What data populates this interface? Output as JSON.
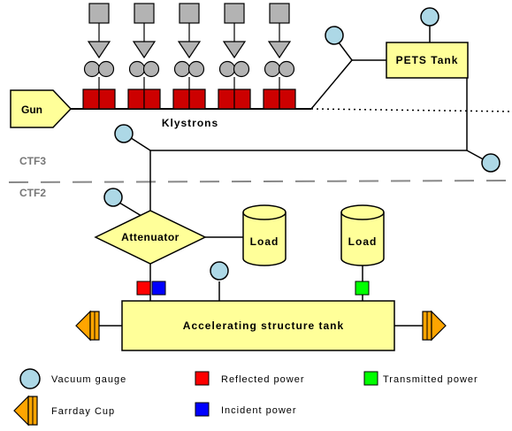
{
  "labels": {
    "gun": "Gun",
    "klystrons": "Klystrons",
    "pets_tank": "PETS Tank",
    "ctf3": "CTF3",
    "ctf2": "CTF2",
    "attenuator": "Attenuator",
    "load_left": "Load",
    "load_right": "Load",
    "accelerating_structure_tank": "Accelerating structure tank"
  },
  "legend": {
    "vacuum_gauge": "Vacuum gauge",
    "farrday_cup": "Farrday Cup",
    "reflected_power": "Reflected power",
    "incident_power": "Incident power",
    "transmitted_power": "Transmitted power"
  },
  "colors": {
    "component_fill": "#ffff99",
    "gauge_fill": "#add8e6",
    "modulator_fill": "#b3b3b3",
    "klystron_red": "#cc0000",
    "reflected": "#ff0000",
    "incident": "#0000ff",
    "transmitted": "#00ff00",
    "faraday_orange": "#ffa500",
    "line": "#000000"
  }
}
